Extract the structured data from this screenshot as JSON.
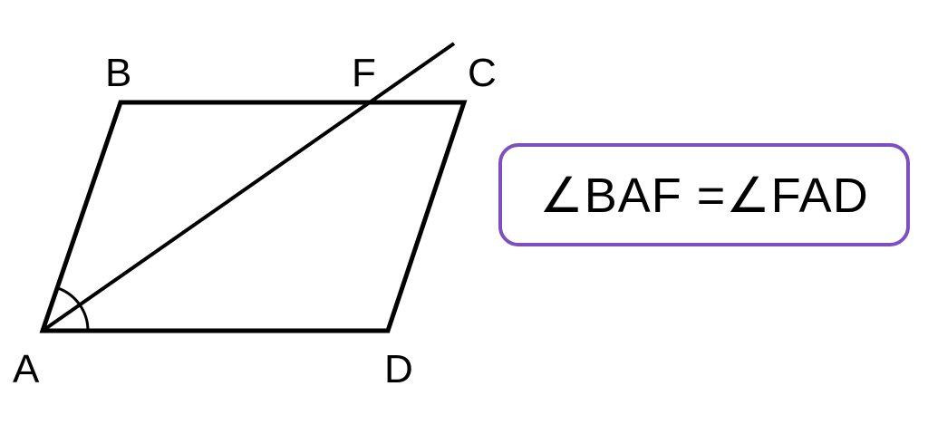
{
  "diagram": {
    "points": {
      "A": {
        "label": "A"
      },
      "B": {
        "label": "B"
      },
      "C": {
        "label": "C"
      },
      "D": {
        "label": "D"
      },
      "F": {
        "label": "F"
      }
    },
    "shape": "parallelogram ABCD with bisector AF",
    "equation": "∠BAF =∠FAD",
    "colors": {
      "stroke": "#000000",
      "box_border": "#7e4fc0"
    }
  }
}
